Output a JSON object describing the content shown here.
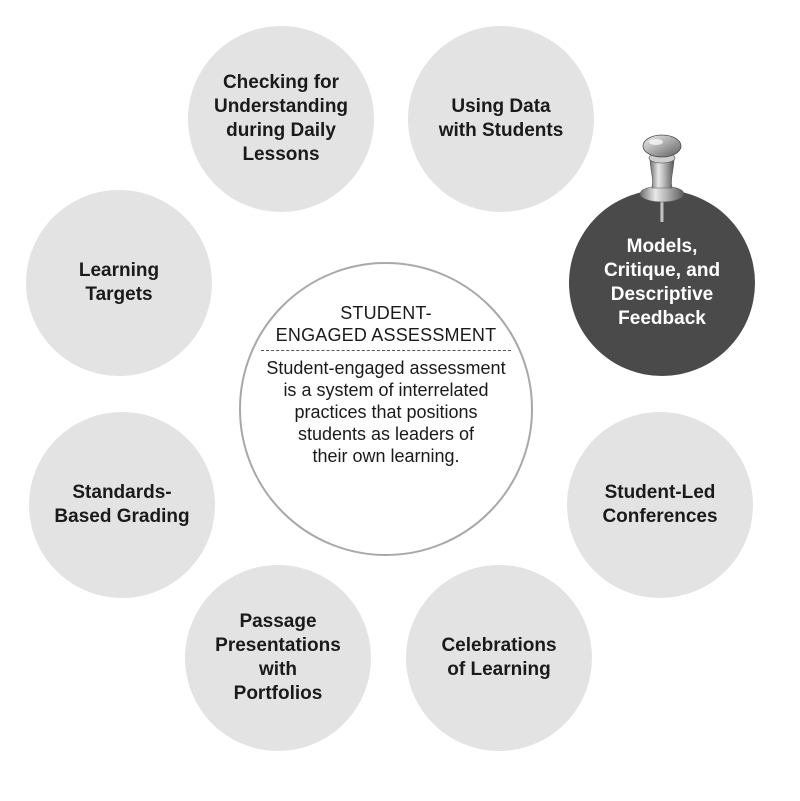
{
  "center": {
    "title": "STUDENT-\nENGAGED ASSESSMENT",
    "body": "Student-engaged assessment\nis a system of interrelated\npractices that positions\nstudents as leaders of\ntheir own learning."
  },
  "practices": [
    {
      "label": "Checking for\nUnderstanding\nduring Daily\nLessons"
    },
    {
      "label": "Using Data\nwith Students"
    },
    {
      "label": "Models,\nCritique, and\nDescriptive\nFeedback",
      "highlighted": true
    },
    {
      "label": "Student-Led\nConferences"
    },
    {
      "label": "Celebrations\nof Learning"
    },
    {
      "label": "Passage\nPresentations\nwith\nPortfolios"
    },
    {
      "label": "Standards-\nBased Grading"
    },
    {
      "label": "Learning\nTargets"
    }
  ],
  "colors": {
    "circle_fill": "#e3e3e3",
    "highlight_fill": "#4a4a4a",
    "center_border": "#a8a8a8",
    "text": "#1a1a1a"
  },
  "icons": {
    "highlight_marker": "pushpin-icon"
  }
}
